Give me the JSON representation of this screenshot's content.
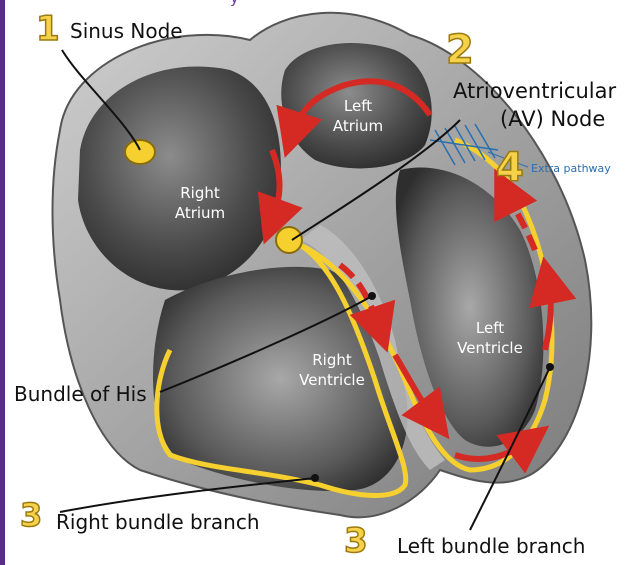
{
  "header": {
    "partial_text": "y"
  },
  "colors": {
    "conduction": "#f5d02f",
    "arrow": "#d42a23",
    "heart_tissue": "#6b6b6b",
    "pathway": "#2a6fb0",
    "number_fill": "#f6d24b",
    "frame": "#5b2d86"
  },
  "labels": {
    "sinus_node": "Sinus Node",
    "av_node_line1": "Atrioventricular",
    "av_node_line2": "(AV) Node",
    "extra_pathway": "Extra pathway",
    "bundle_of_his": "Bundle of His",
    "right_bundle_branch": "Right bundle branch",
    "left_bundle_branch": "Left bundle branch"
  },
  "chambers": {
    "right_atrium_line1": "Right",
    "right_atrium_line2": "Atrium",
    "left_atrium_line1": "Left",
    "left_atrium_line2": "Atrium",
    "right_ventricle_line1": "Right",
    "right_ventricle_line2": "Ventricle",
    "left_ventricle_line1": "Left",
    "left_ventricle_line2": "Ventricle"
  },
  "step_numbers": {
    "sinus": "1",
    "av": "2",
    "right_branch": "3",
    "left_branch": "3",
    "extra": "4"
  }
}
